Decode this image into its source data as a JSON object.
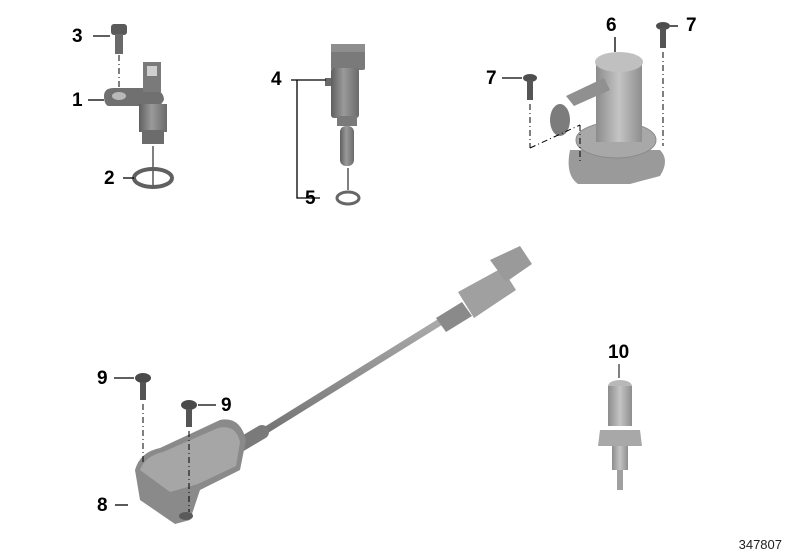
{
  "diagram": {
    "id_label": "347807",
    "colors": {
      "part_dark": "#6e6e6e",
      "part_mid": "#8a8a8a",
      "part_light": "#b4b4b4",
      "leader": "#000000",
      "background": "#ffffff"
    },
    "callouts": [
      {
        "number": "1",
        "part": "camshaft-position-sensor"
      },
      {
        "number": "2",
        "part": "o-ring"
      },
      {
        "number": "3",
        "part": "screw"
      },
      {
        "number": "4",
        "part": "temperature-sensor-probe"
      },
      {
        "number": "5",
        "part": "sealing-ring"
      },
      {
        "number": "6",
        "part": "valve-sensor-housing"
      },
      {
        "number": "7",
        "part": "screw"
      },
      {
        "number": "7b",
        "part": "screw"
      },
      {
        "number": "8",
        "part": "sensor-with-cable"
      },
      {
        "number": "9",
        "part": "screw"
      },
      {
        "number": "9b",
        "part": "screw"
      },
      {
        "number": "10",
        "part": "coolant-temperature-sensor"
      }
    ],
    "labels": {
      "c1": "1",
      "c2": "2",
      "c3": "3",
      "c4": "4",
      "c5": "5",
      "c6": "6",
      "c7a": "7",
      "c7b": "7",
      "c8": "8",
      "c9a": "9",
      "c9b": "9",
      "c10": "10"
    }
  }
}
